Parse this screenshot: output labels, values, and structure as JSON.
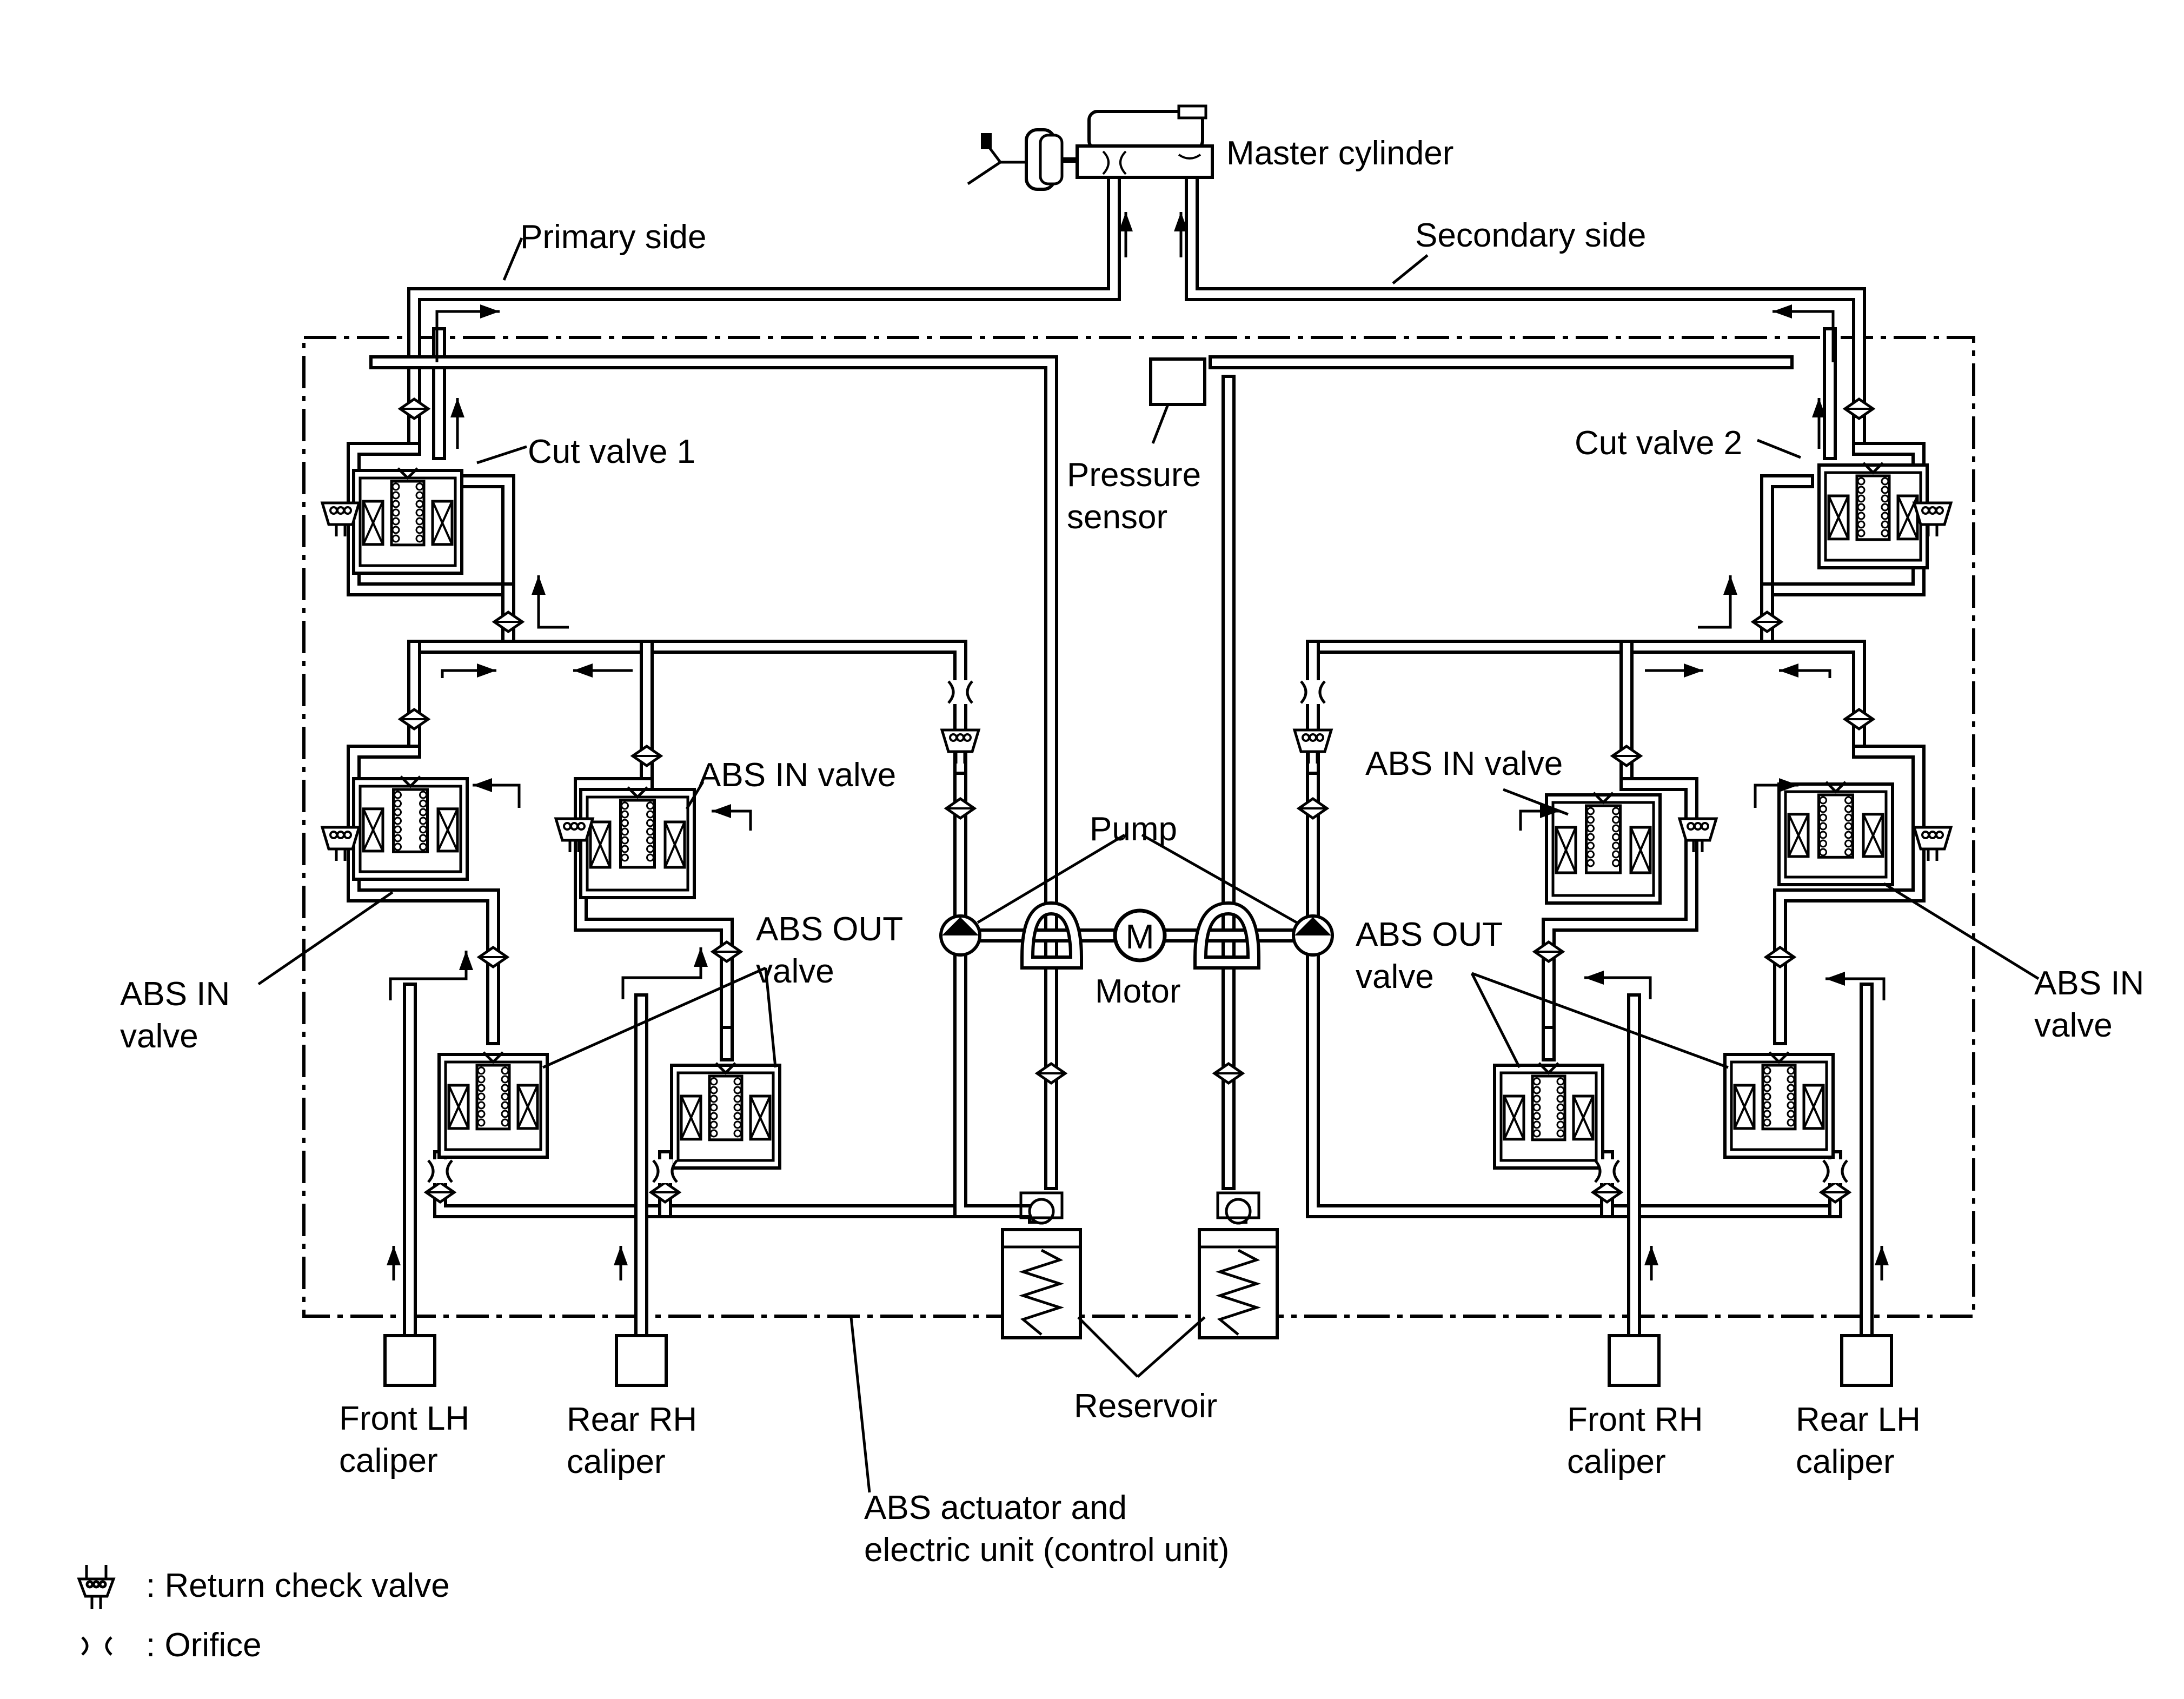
{
  "labels": {
    "master_cylinder": "Master cylinder",
    "primary_side": "Primary side",
    "secondary_side": "Secondary side",
    "cut_valve_1": "Cut valve 1",
    "cut_valve_2": "Cut valve 2",
    "pressure_sensor": "Pressure\nsensor",
    "abs_in_valve_left_inner": "ABS IN valve",
    "abs_in_valve_right_inner": "ABS IN valve",
    "abs_in_valve_left_outer": "ABS IN\nvalve",
    "abs_in_valve_right_outer": "ABS IN\nvalve",
    "abs_out_valve_left": "ABS OUT\nvalve",
    "abs_out_valve_right": "ABS OUT\nvalve",
    "pump": "Pump",
    "motor": "Motor",
    "motor_symbol": "M",
    "reservoir": "Reservoir",
    "front_lh_caliper": "Front LH\ncaliper",
    "rear_rh_caliper": "Rear RH\ncaliper",
    "front_rh_caliper": "Front RH\ncaliper",
    "rear_lh_caliper": "Rear LH\ncaliper",
    "actuator_unit": "ABS actuator and\nelectric unit (control unit)"
  },
  "legend": [
    {
      "icon": "return-check-valve-icon",
      "text": ": Return check valve"
    },
    {
      "icon": "orifice-icon",
      "text": ": Orifice"
    }
  ]
}
